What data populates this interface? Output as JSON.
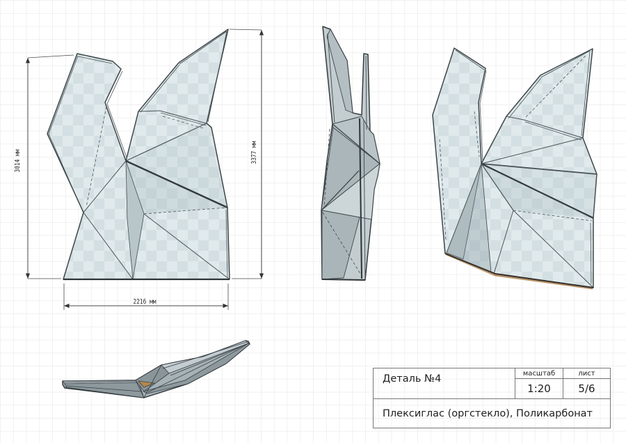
{
  "dimensions": {
    "left_height": "3014 мм",
    "right_height": "3377 мм",
    "bottom_width": "2216 мм"
  },
  "title_block": {
    "part": "Деталь №4",
    "scale_label": "масштаб",
    "scale_value": "1:20",
    "sheet_label": "лист",
    "sheet_value": "5/6",
    "material": "Плексиглас (оргстекло), Поликарбонат"
  },
  "colors": {
    "panel_base": "#e0e9eb",
    "panel_checker": "#d2dfe2",
    "outline": "#3a4145",
    "facet_shade": "#b5c2c6",
    "side_gray": "#c3cdd0",
    "top_view_gray": "#a6b2b6",
    "accent_tan": "#b5884e",
    "dimension_line": "#3c3c3c",
    "grid": "#f0f0f2",
    "table_border": "#777777"
  }
}
